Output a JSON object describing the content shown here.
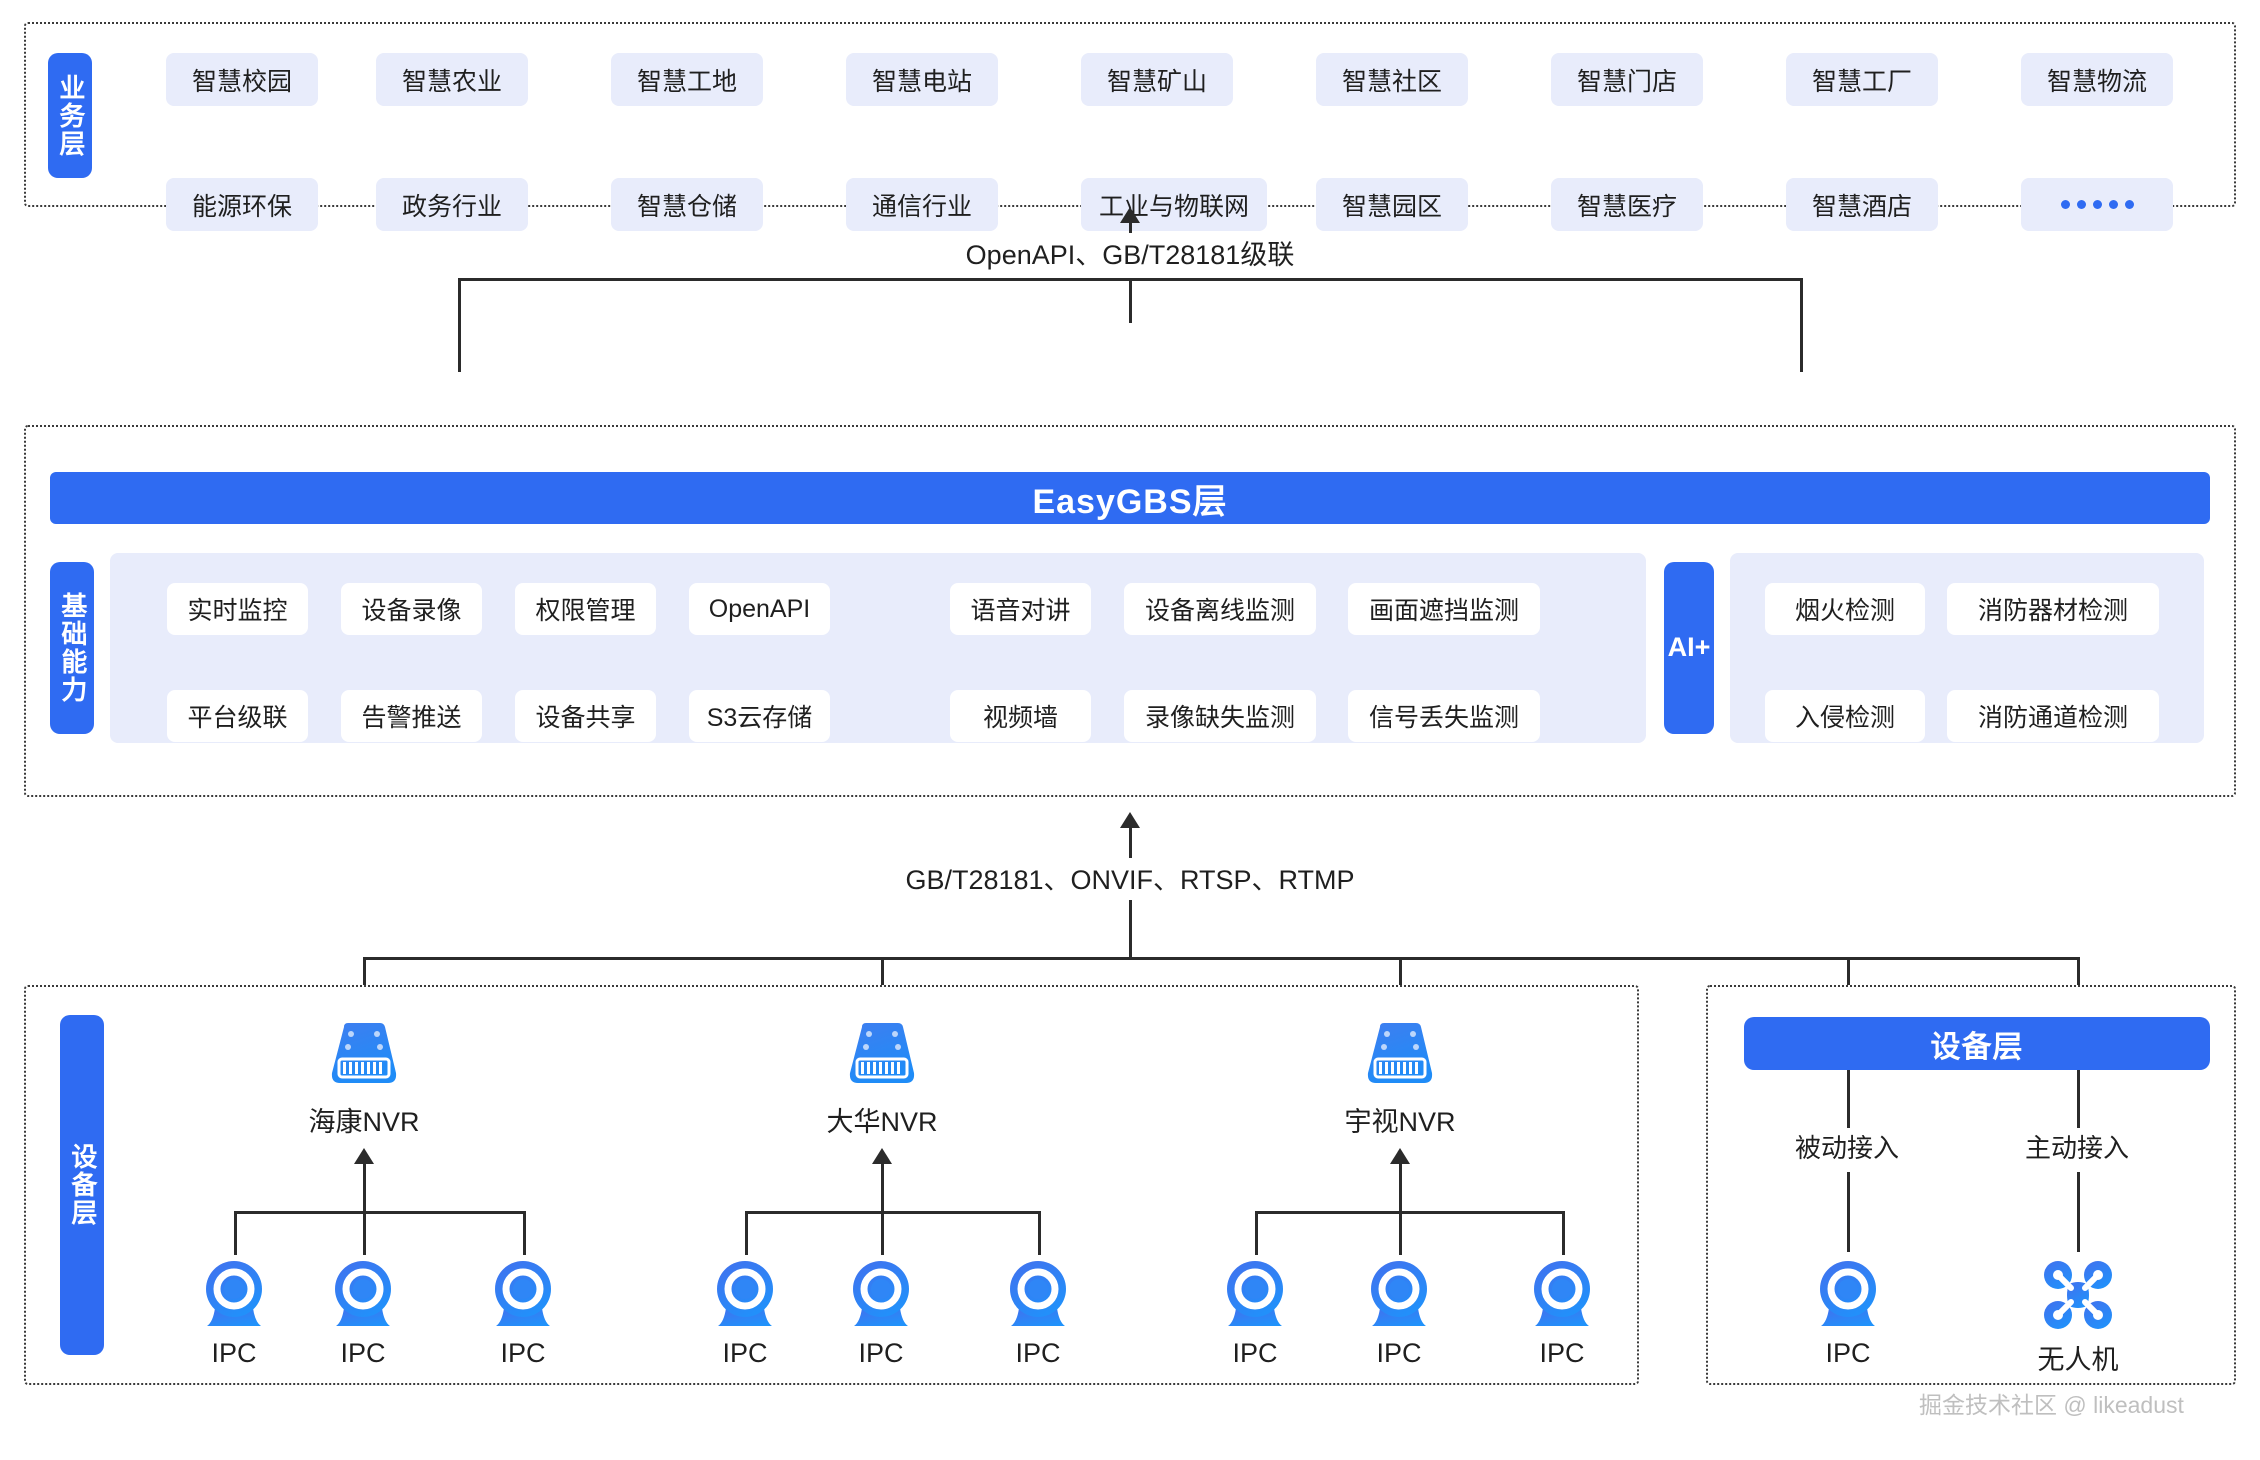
{
  "business_layer": {
    "tab_label": "业务层",
    "row1": [
      "智慧校园",
      "智慧农业",
      "智慧工地",
      "智慧电站",
      "智慧矿山",
      "智慧社区",
      "智慧门店",
      "智慧工厂",
      "智慧物流"
    ],
    "row2": [
      "能源环保",
      "政务行业",
      "智慧仓储",
      "通信行业",
      "工业与物联网",
      "智慧园区",
      "智慧医疗",
      "智慧酒店",
      "•••••"
    ]
  },
  "connectors": {
    "top_protocol": "OpenAPI、GB/T28181级联",
    "bottom_protocol": "GB/T28181、ONVIF、RTSP、RTMP"
  },
  "platform_layer": {
    "title": "EasyGBS层",
    "tab_label": "基础能力",
    "ai_tab_label": "AI+",
    "capabilities_row1": [
      "实时监控",
      "设备录像",
      "权限管理",
      "OpenAPI",
      "语音对讲",
      "设备离线监测",
      "画面遮挡监测"
    ],
    "capabilities_row2": [
      "平台级联",
      "告警推送",
      "设备共享",
      "S3云存储",
      "视频墙",
      "录像缺失监测",
      "信号丢失监测"
    ],
    "ai_row1": [
      "烟火检测",
      "消防器材检测"
    ],
    "ai_row2": [
      "入侵检测",
      "消防通道检测"
    ]
  },
  "device_layer_left": {
    "tab_label": "设备层",
    "groups": [
      {
        "nvr": "海康NVR",
        "cameras": [
          "IPC",
          "IPC",
          "IPC"
        ]
      },
      {
        "nvr": "大华NVR",
        "cameras": [
          "IPC",
          "IPC",
          "IPC"
        ]
      },
      {
        "nvr": "宇视NVR",
        "cameras": [
          "IPC",
          "IPC",
          "IPC"
        ]
      }
    ]
  },
  "device_layer_right": {
    "title": "设备层",
    "branches": [
      {
        "mode": "被动接入",
        "label": "IPC",
        "icon": "camera-icon"
      },
      {
        "mode": "主动接入",
        "label": "无人机",
        "icon": "drone-icon"
      }
    ]
  },
  "watermark": "掘金技术社区 @ likeadust",
  "colors": {
    "brand_blue": "#2f6bf2",
    "chip_bg": "#e8ecfb",
    "line": "#2b2b2b"
  }
}
